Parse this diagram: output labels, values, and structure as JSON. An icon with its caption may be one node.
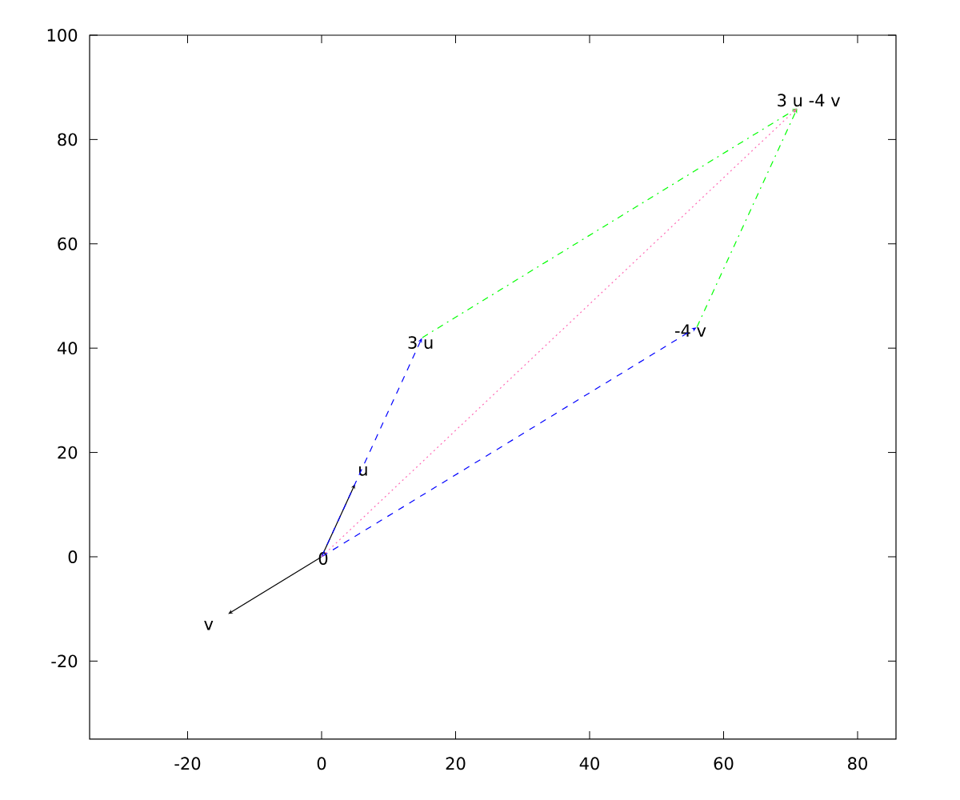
{
  "diagram": {
    "nodes": [
      {
        "text": [
          "0"
        ]
      },
      {
        "text": [
          "u"
        ]
      },
      {
        "text": [
          "v"
        ]
      },
      {
        "text": [
          "3 u"
        ]
      },
      {
        "text": [
          "-4 v"
        ]
      },
      {
        "text": [
          "3 u -4 v"
        ]
      }
    ],
    "edges": [
      {
        "from": 0,
        "to": 1,
        "arrow": "to"
      },
      {
        "from": 0,
        "to": 2,
        "arrow": "to"
      },
      {
        "from": 0,
        "to": 3,
        "arrow": "to",
        "style": "dashed",
        "color": "#0000ff"
      },
      {
        "from": 0,
        "to": 4,
        "arrow": "to",
        "style": "dashed",
        "color": "#0000ff"
      },
      {
        "from": 3,
        "to": 5,
        "arrow": "to",
        "style": "dashed",
        "color": "#00ff00"
      },
      {
        "from": 4,
        "to": 5,
        "arrow": "to",
        "style": "dashed",
        "color": "#00ff00"
      },
      {
        "from": 0,
        "to": 5,
        "arrow": "to",
        "style": "dashed",
        "color": "#ff69b4"
      }
    ],
    "labels": [
      "100",
      "80",
      "60",
      "40",
      "20",
      "0",
      "-20",
      "-20",
      "0",
      "20",
      "40",
      "60",
      "80"
    ]
  }
}
